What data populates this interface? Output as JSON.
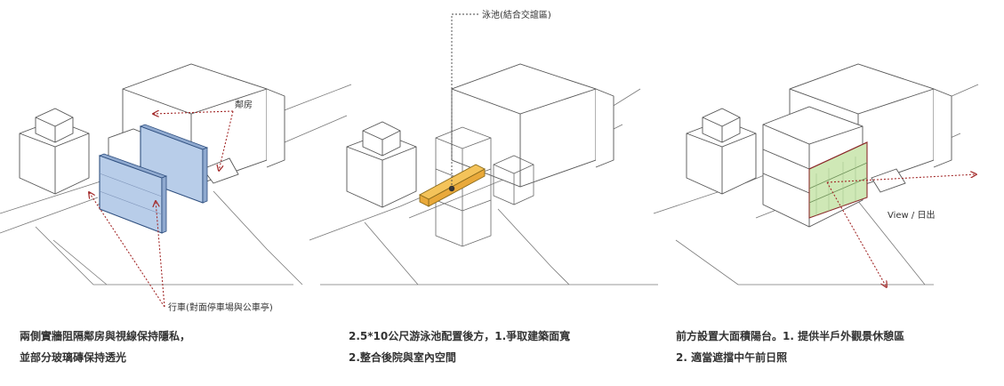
{
  "panels": [
    {
      "labels": {
        "neighbor": "鄰房",
        "traffic": "行車(對面停車場與公車亭)"
      },
      "caption": [
        "兩側實牆阻隔鄰房與視線保持隱私，",
        "並部分玻璃磚保持透光"
      ]
    },
    {
      "labels": {
        "pool": "泳池(結合交誼區)"
      },
      "caption": [
        "2.5*10公尺游泳池配置後方，1.爭取建築面寬",
        "2.整合後院與室內空間"
      ]
    },
    {
      "labels": {
        "view": "View / 日出"
      },
      "caption": [
        "前方設置大面積陽台。1. 提供半戶外觀景休憩區",
        "2. 適當遮擋中午前日照"
      ]
    }
  ],
  "colors": {
    "glass_wall": "#b8cde9",
    "pool": "#f4c35a",
    "balcony": "#cfe8b6",
    "arrow": "#a32a2a",
    "line": "#555555"
  }
}
